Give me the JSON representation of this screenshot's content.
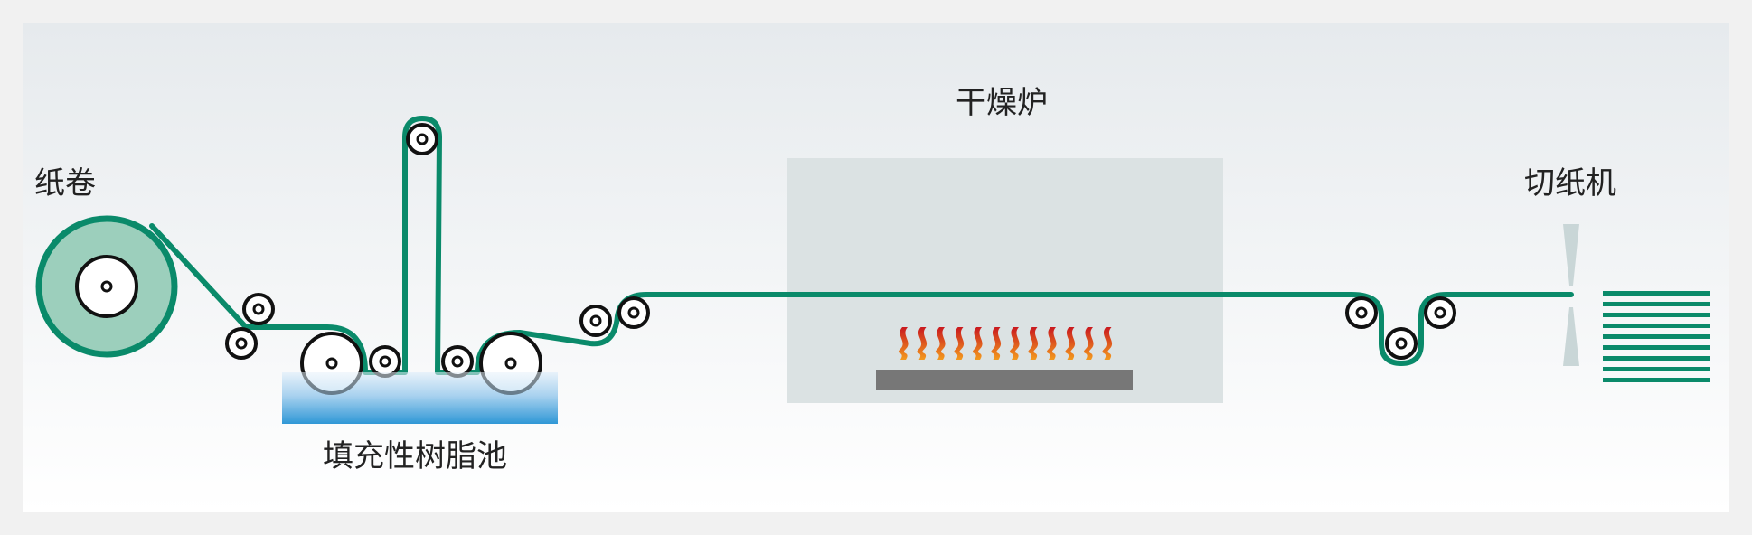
{
  "labels": {
    "paper_roll": "纸卷",
    "resin_tank": "填充性树脂池",
    "drying_oven": "干燥炉",
    "paper_cutter": "切纸机"
  },
  "colors": {
    "belt": "#0a8a6a",
    "roll_fill": "#9ccfbc",
    "oven": "#dbe2e3",
    "tank_top": "#dcecf8",
    "tank_bottom": "#2f97d6",
    "flame_top": "#c9191f",
    "flame_bottom": "#f39a1e",
    "heater_plate": "#7a7a7a",
    "cutter": "#c9d6d7"
  }
}
